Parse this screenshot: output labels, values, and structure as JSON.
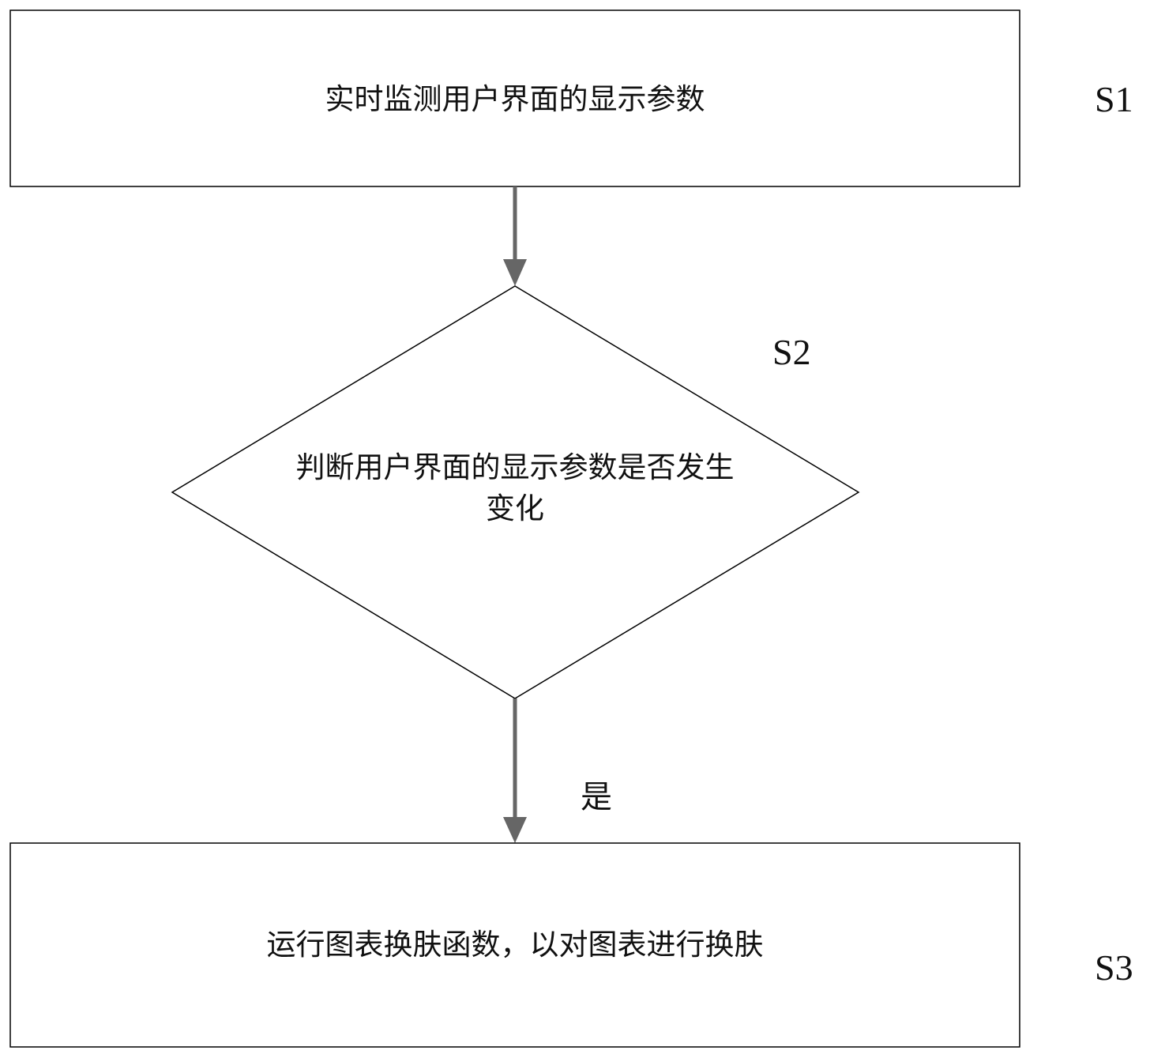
{
  "nodes": {
    "s1": {
      "text": "实时监测用户界面的显示参数",
      "label": "S1"
    },
    "s2": {
      "text": "判断用户界面的显示参数是否发生\n变化",
      "label": "S2"
    },
    "s3": {
      "text": "运行图表换肤函数，以对图表进行换肤",
      "label": "S3"
    }
  },
  "edges": {
    "s2_to_s3": {
      "label": "是"
    }
  },
  "colors": {
    "line": "#000000",
    "arrow": "#666666",
    "text": "#111111",
    "background": "#ffffff"
  }
}
